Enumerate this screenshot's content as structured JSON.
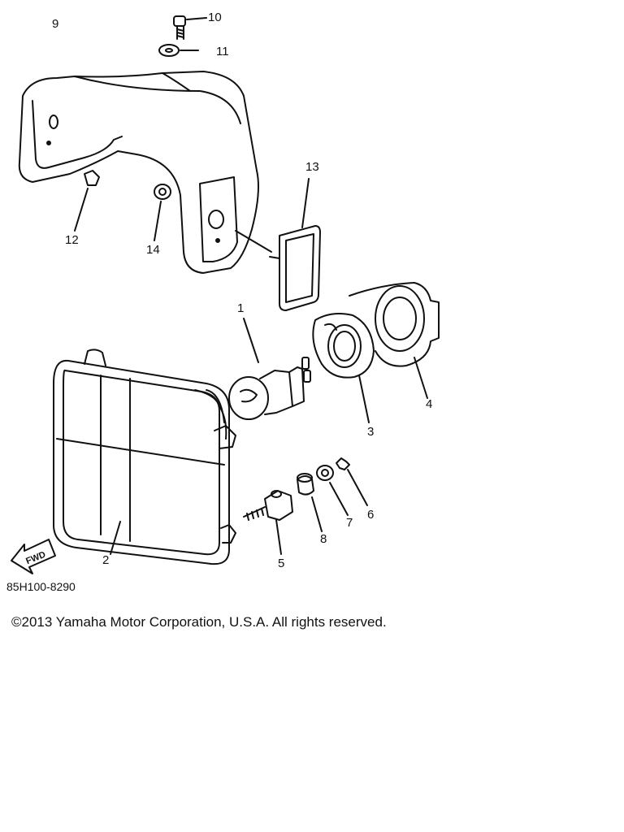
{
  "parts": {
    "p1": "1",
    "p2": "2",
    "p3": "3",
    "p4": "4",
    "p5": "5",
    "p6": "6",
    "p7": "7",
    "p8": "8",
    "p9": "9",
    "p10": "10",
    "p11": "11",
    "p12": "12",
    "p13": "13",
    "p14": "14"
  },
  "arrow_label": "FWD",
  "diagram_code": "85H100-8290",
  "copyright": "©2013 Yamaha Motor Corporation, U.S.A. All rights reserved.",
  "colors": {
    "ink": "#111111",
    "paper": "#ffffff"
  }
}
